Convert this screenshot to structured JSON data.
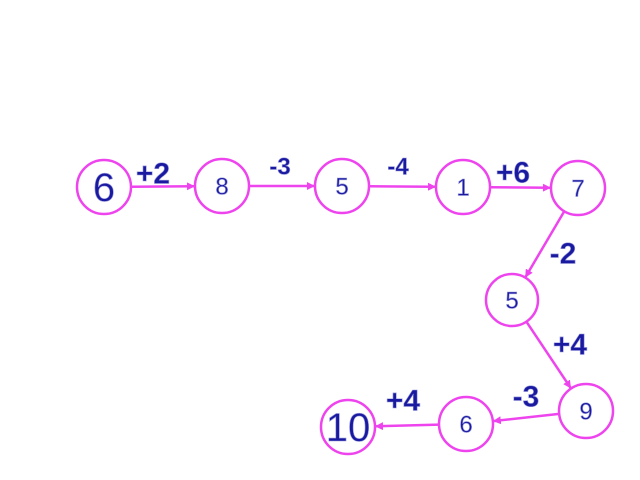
{
  "diagram": {
    "nodes": [
      {
        "id": "n0",
        "value": "6"
      },
      {
        "id": "n1",
        "value": "8"
      },
      {
        "id": "n2",
        "value": "5"
      },
      {
        "id": "n3",
        "value": "1"
      },
      {
        "id": "n4",
        "value": "7"
      },
      {
        "id": "n5",
        "value": "5"
      },
      {
        "id": "n6",
        "value": "9"
      },
      {
        "id": "n7",
        "value": "6"
      },
      {
        "id": "n8",
        "value": "10"
      }
    ],
    "edges": [
      {
        "from": "n0",
        "to": "n1",
        "label": "+2"
      },
      {
        "from": "n1",
        "to": "n2",
        "label": "-3"
      },
      {
        "from": "n2",
        "to": "n3",
        "label": "-4"
      },
      {
        "from": "n3",
        "to": "n4",
        "label": "+6"
      },
      {
        "from": "n4",
        "to": "n5",
        "label": "-2"
      },
      {
        "from": "n5",
        "to": "n6",
        "label": "+4"
      },
      {
        "from": "n6",
        "to": "n7",
        "label": "-3"
      },
      {
        "from": "n7",
        "to": "n8",
        "label": "+4"
      }
    ],
    "colors": {
      "circle_stroke": "#ee44ee",
      "text": "#1a1aa0"
    }
  }
}
